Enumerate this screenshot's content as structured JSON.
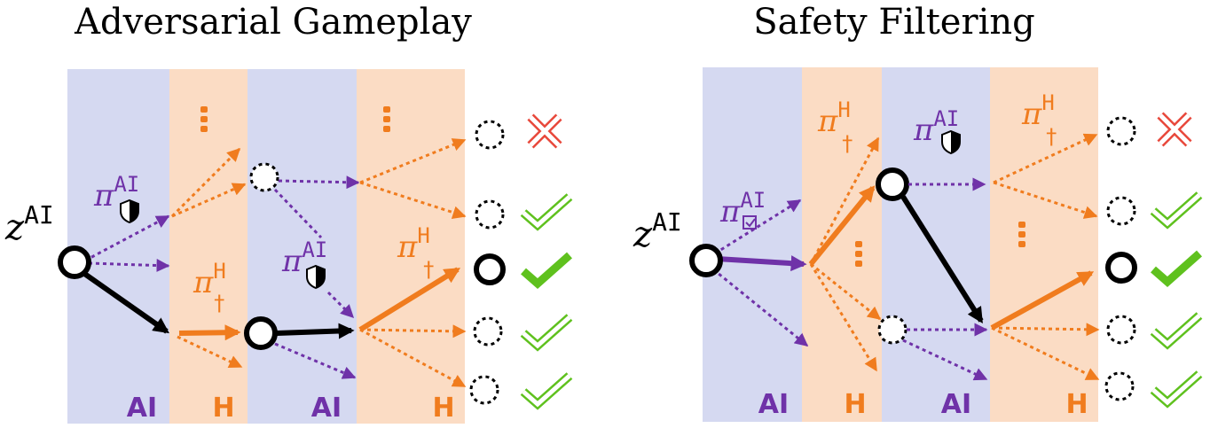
{
  "titles": {
    "left": "Adversarial Gameplay",
    "right": "Safety Filtering"
  },
  "columns": {
    "ai": "AI",
    "h": "H"
  },
  "labels": {
    "z": "z",
    "z_sup": "AI",
    "pi": "π",
    "sup_ai": "AI",
    "sup_h": "H",
    "dagger": "†"
  },
  "colors": {
    "ai_band": "#d5d9f1",
    "h_band": "#fbdcc4",
    "ai_arrow": "#6f32a8",
    "h_arrow": "#f07c1e",
    "success": "#5fc11e",
    "failure": "#e8473a"
  },
  "icons": {
    "shield": "shield-icon",
    "checkbox": "checkbox-icon",
    "check": "check-icon",
    "cross": "cross-icon",
    "ellipsis": "vertical-ellipsis-icon"
  }
}
